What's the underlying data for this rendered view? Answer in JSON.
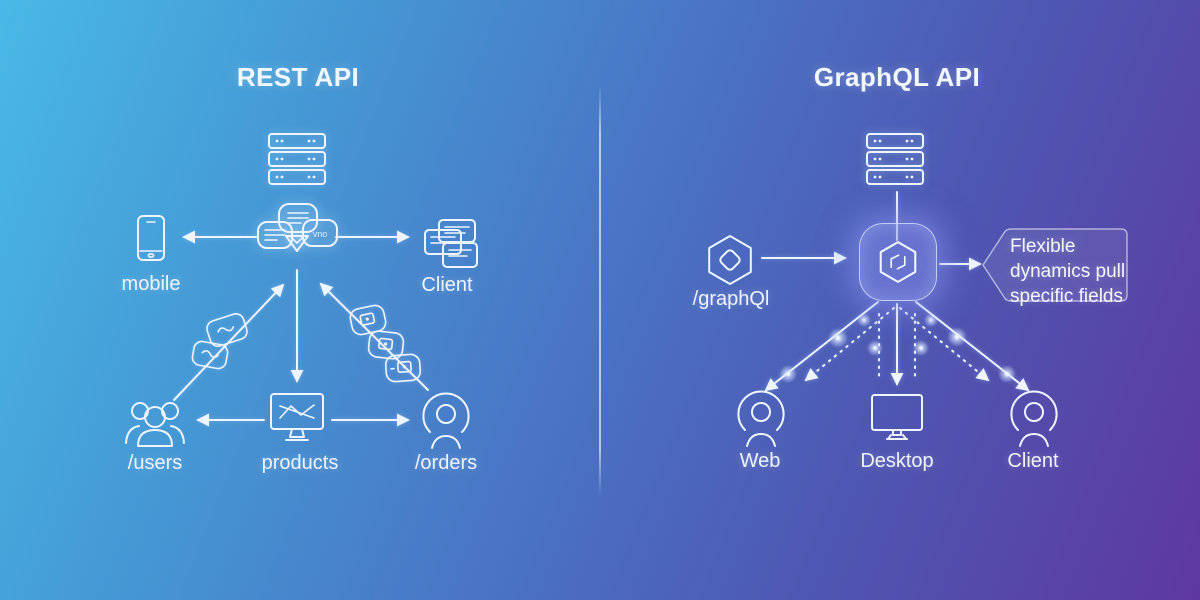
{
  "rest": {
    "title": "REST API",
    "hub_bubble_text": "vno",
    "labels": {
      "mobile": "mobile",
      "client": "Client",
      "users": "/users",
      "products": "products",
      "orders": "/orders"
    }
  },
  "graphql": {
    "title": "GraphQL API",
    "endpoint": "/graphQl",
    "callout_lines": [
      "Flexible",
      "dynamics pull",
      "specific fields"
    ],
    "labels": {
      "web": "Web",
      "desktop": "Desktop",
      "client": "Client"
    }
  },
  "colors": {
    "bg_top_left": "#49b9e6",
    "bg_bottom_left": "#4a90cc",
    "bg_top_right": "#4f5bb0",
    "bg_bottom_right": "#5e3a9e",
    "line_stroke": "#eef5ff",
    "node_fill": "#848ee8",
    "glow": "#b9c8ff"
  }
}
